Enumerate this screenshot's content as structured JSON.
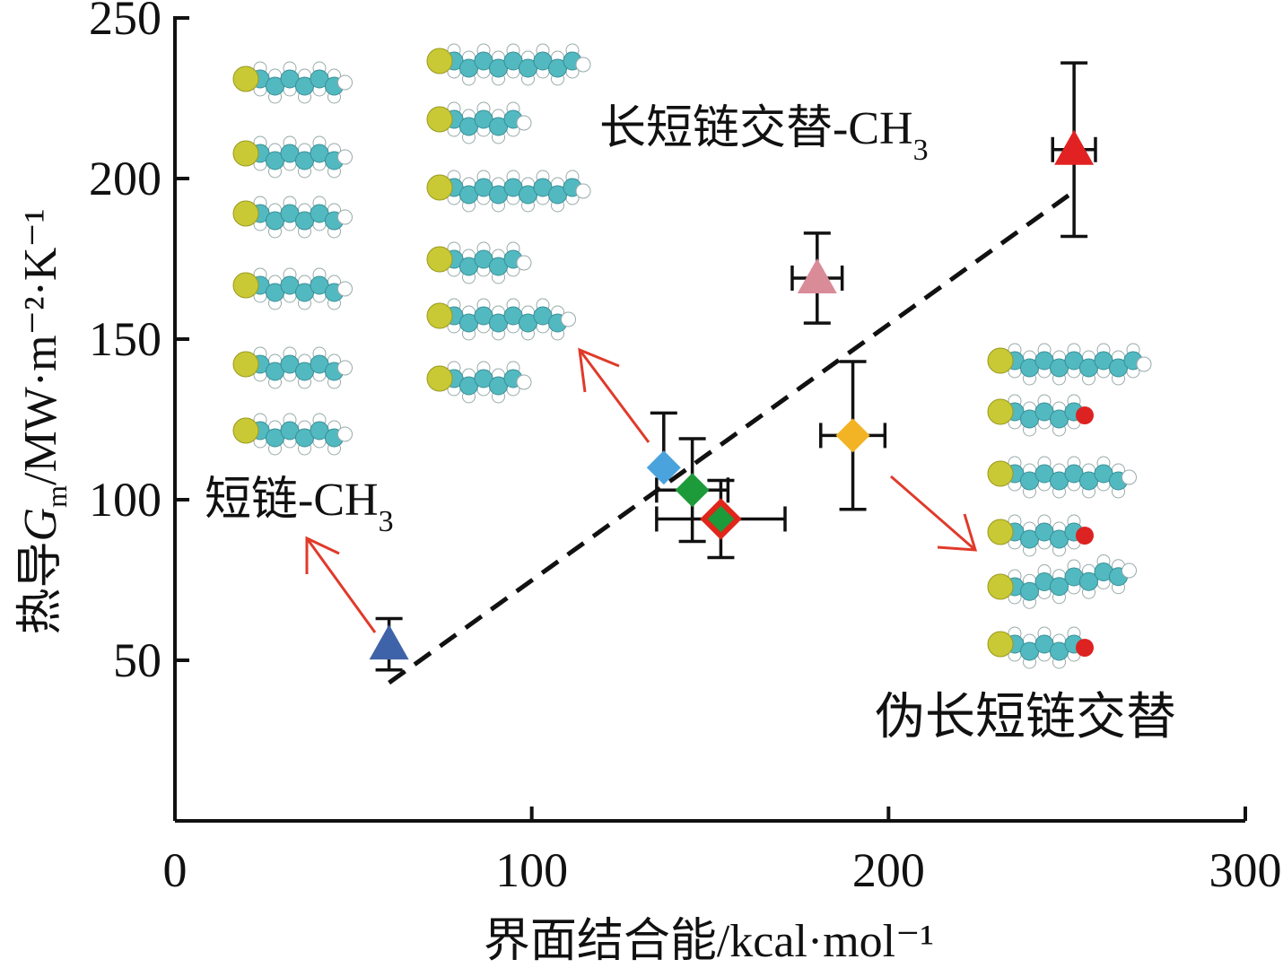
{
  "chart_data": {
    "type": "scatter",
    "xlabel": "界面结合能/kcal·mol⁻¹",
    "ylabel": {
      "prefix": "热导",
      "symbol": "G",
      "subscript": "m",
      "units": "/MW·m⁻²·K⁻¹"
    },
    "xlim": [
      0,
      300
    ],
    "ylim": [
      0,
      250
    ],
    "x_ticks": [
      0,
      100,
      200,
      300
    ],
    "y_ticks": [
      50,
      100,
      150,
      200,
      250
    ],
    "grid": false,
    "points": [
      {
        "marker": "triangle",
        "color": "#3f63a8",
        "x": 60,
        "y": 55,
        "xerr": 0,
        "yerr_low": 8,
        "yerr_high": 8
      },
      {
        "marker": "diamond",
        "color": "#4aa3dc",
        "x": 137,
        "y": 110,
        "xerr": 0,
        "yerr_low": 0,
        "yerr_high": 17
      },
      {
        "marker": "diamond",
        "color": "#1d9a3a",
        "x": 145,
        "y": 103,
        "xerr": 10,
        "yerr_low": 16,
        "yerr_high": 16
      },
      {
        "marker": "diamond",
        "color": "#1d9a3a",
        "edge": "#e0261a",
        "x": 153,
        "y": 94,
        "xerr": 18,
        "yerr_low": 12,
        "yerr_high": 12
      },
      {
        "marker": "triangle",
        "color": "#d98c98",
        "x": 180,
        "y": 169,
        "xerr": 7,
        "yerr_low": 14,
        "yerr_high": 14
      },
      {
        "marker": "diamond",
        "color": "#f2b324",
        "x": 190,
        "y": 120,
        "xerr": 9,
        "yerr_low": 23,
        "yerr_high": 23
      },
      {
        "marker": "triangle",
        "color": "#e22222",
        "x": 252,
        "y": 209,
        "xerr": 6,
        "yerr_low": 27,
        "yerr_high": 27
      }
    ],
    "fit_line": {
      "style": "dashed",
      "color": "#111111",
      "x": [
        60,
        252
      ],
      "y": [
        43,
        196
      ]
    }
  },
  "annotations": {
    "short_chain": {
      "text": "短链-CH",
      "sub": "3"
    },
    "alternating": {
      "text": "长短链交替-CH",
      "sub": "3"
    },
    "pseudo": {
      "text": "伪长短链交替"
    }
  },
  "colors": {
    "arrow": "#e03a2a",
    "carbon": "#52b9c1",
    "hydrogen": "#ffffff",
    "sulfur": "#c9c936",
    "oxygen": "#dd2222"
  }
}
